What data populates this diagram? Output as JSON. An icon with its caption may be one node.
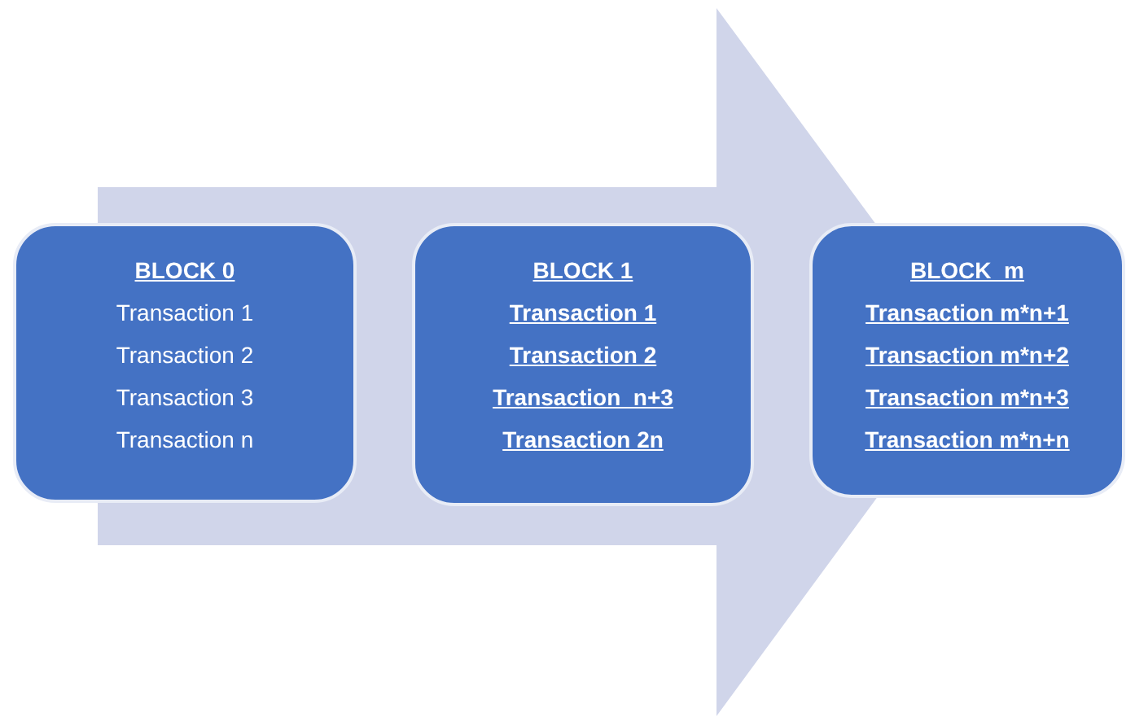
{
  "diagram": {
    "nodes": [
      {
        "text": [
          "BLOCK 0",
          "Transaction 1",
          "Transaction 2",
          "Transaction 3",
          "Transaction n"
        ]
      },
      {
        "text": [
          "BLOCK 1",
          "Transaction 1",
          "Transaction 2",
          "Transaction  n+3",
          "Transaction 2n"
        ]
      },
      {
        "text": [
          "BLOCK  m",
          "Transaction m*n+1",
          "Transaction m*n+2",
          "Transaction m*n+3",
          "Transaction m*n+n"
        ]
      }
    ],
    "edges": [
      {
        "from": 0,
        "to": 2,
        "arrow": "to"
      }
    ]
  }
}
